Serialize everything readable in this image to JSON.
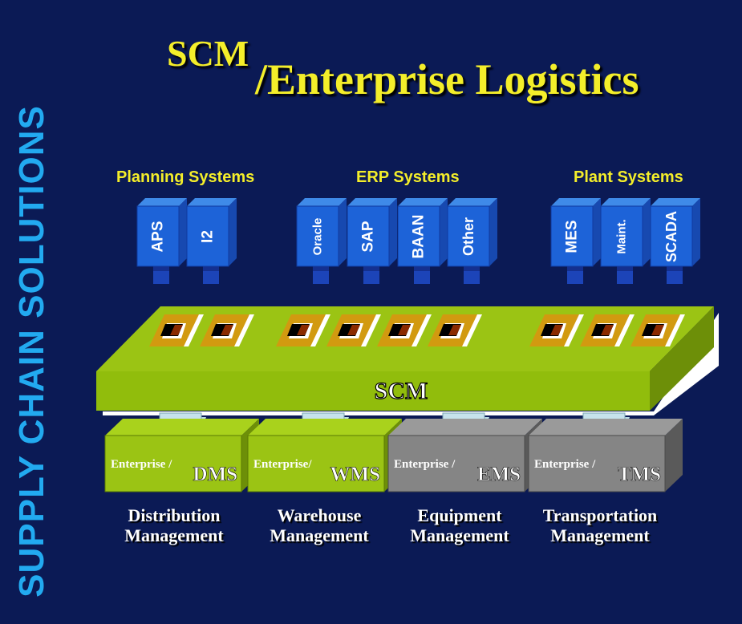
{
  "side_title": "SUPPLY CHAIN SOLUTIONS",
  "title": {
    "scm": "SCM",
    "rest": "/Enterprise Logistics"
  },
  "groups": [
    {
      "label": "Planning Systems",
      "systems": [
        "APS",
        "I2"
      ]
    },
    {
      "label": "ERP Systems",
      "systems": [
        "Oracle",
        "SAP",
        "BAAN",
        "Other"
      ]
    },
    {
      "label": "Plant Systems",
      "systems": [
        "MES",
        "Maint.",
        "SCADA"
      ]
    }
  ],
  "platform": {
    "label": "SCM"
  },
  "modules": [
    {
      "prefix": "Enterprise /",
      "code": "DMS",
      "name_line1": "Distribution",
      "name_line2": "Management",
      "color": "#9bc414"
    },
    {
      "prefix": "Enterprise/",
      "code": "WMS",
      "name_line1": "Warehouse",
      "name_line2": "Management",
      "color": "#9bc414"
    },
    {
      "prefix": "Enterprise /",
      "code": "EMS",
      "name_line1": "Equipment",
      "name_line2": "Management",
      "color": "#858585"
    },
    {
      "prefix": "Enterprise /",
      "code": "TMS",
      "name_line1": "Transportation",
      "name_line2": "Management",
      "color": "#858585"
    }
  ],
  "colors": {
    "background": "#0b1a55",
    "title": "#f4ee2a",
    "side_title": "#22aaf0",
    "system_block": "#1d63d8",
    "platform": "#9bc414"
  }
}
